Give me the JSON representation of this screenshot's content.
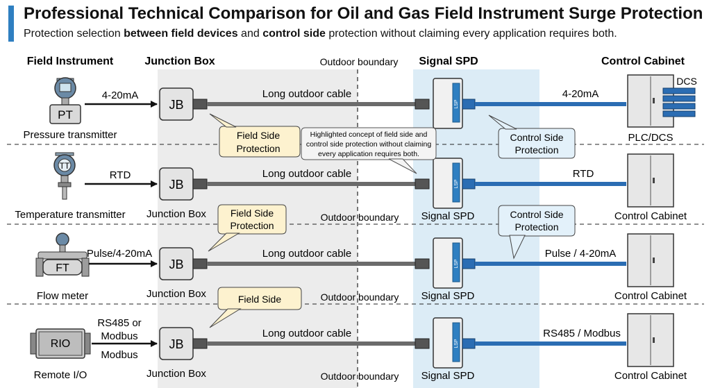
{
  "header": {
    "title": "Professional Technical Comparison for Oil and Gas Field Instrument Surge Protection",
    "subtitle_parts": [
      "Protection selection ",
      "between field devices",
      " and ",
      "control side",
      " protection without claiming every application requires both."
    ]
  },
  "columns": {
    "field_instrument": "Field Instrument",
    "junction_box": "Junction Box",
    "outdoor_boundary": "Outdoor boundary",
    "signal_spd": "Signal SPD",
    "control_cabinet": "Control Cabinet"
  },
  "rows": [
    {
      "device_tag": "PT",
      "device_name": "Pressure transmitter",
      "signal_in": "4-20mA",
      "cable": "Long outdoor cable",
      "signal_out": "4-20mA",
      "cabinet_label": "PLC/DCS",
      "jb_caption": "",
      "boundary_caption": "",
      "spd_caption": "",
      "dcs_label": "DCS"
    },
    {
      "device_tag": "TT",
      "device_name": "Temperature transmitter",
      "signal_in": "RTD",
      "cable": "Long outdoor cable",
      "signal_out": "RTD",
      "cabinet_label": "Control Cabinet",
      "jb_caption": "Junction Box",
      "boundary_caption": "Outdoor boundary",
      "spd_caption": "Signal SPD"
    },
    {
      "device_tag": "FT",
      "device_name": "Flow meter",
      "signal_in": "Pulse/4-20mA",
      "cable": "Long outdoor cable",
      "signal_out": "Pulse / 4-20mA",
      "cabinet_label": "Control Cabinet",
      "jb_caption": "Junction Box",
      "boundary_caption": "Outdoor boundary",
      "spd_caption": "Signal SPD"
    },
    {
      "device_tag": "RIO",
      "device_name": "Remote I/O",
      "signal_in_lines": [
        "RS485 or",
        "Modbus",
        "Modbus"
      ],
      "cable": "Long outdoor cable",
      "signal_out": "RS485 / Modbus",
      "cabinet_label": "Control Cabinet",
      "jb_caption": "Junction Box",
      "boundary_caption": "Outdoor boundary",
      "spd_caption": "Signal SPD"
    }
  ],
  "jb_tag": "JB",
  "spd_brand": "LSP",
  "callouts": {
    "field_side_1": [
      "Field Side",
      "Protection"
    ],
    "control_side_1": [
      "Control Side",
      "Protection"
    ],
    "note": [
      "Highlighted concept of field side and",
      "control side protection without claiming",
      "every application requires both."
    ],
    "field_side_2": [
      "Field Side",
      "Protection"
    ],
    "control_side_2": [
      "Control Side",
      "Protection"
    ],
    "field_side_3": [
      "Field Side"
    ]
  },
  "colors": {
    "accent_blue": "#2f7fc1",
    "field_zone": "#ececec",
    "spd_zone": "#dcecf6",
    "field_callout": "#fdf2cf",
    "control_callout": "#e3f1fa",
    "blue_cable": "#2b6db3",
    "gray_cable": "#6b6b6b"
  }
}
